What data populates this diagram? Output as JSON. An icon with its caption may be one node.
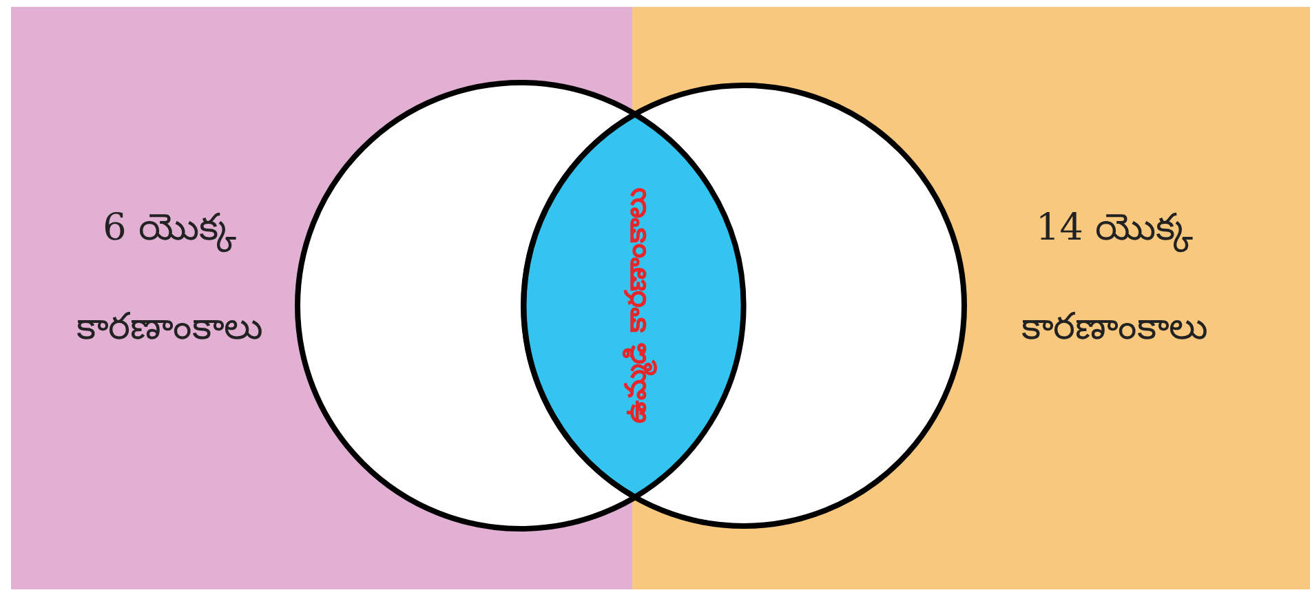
{
  "diagram": {
    "nodes": [
      {
        "text": [
          "6 యొక్క కారణాంకాలు"
        ]
      },
      {
        "text": [
          "14 యొక్క కారణాంకాలు"
        ]
      },
      {
        "text": [],
        "shape": "circle"
      },
      {
        "text": [],
        "shape": "circle"
      },
      {
        "text": [
          "ఉమ్మడి కారణాంకాలు"
        ]
      }
    ]
  }
}
